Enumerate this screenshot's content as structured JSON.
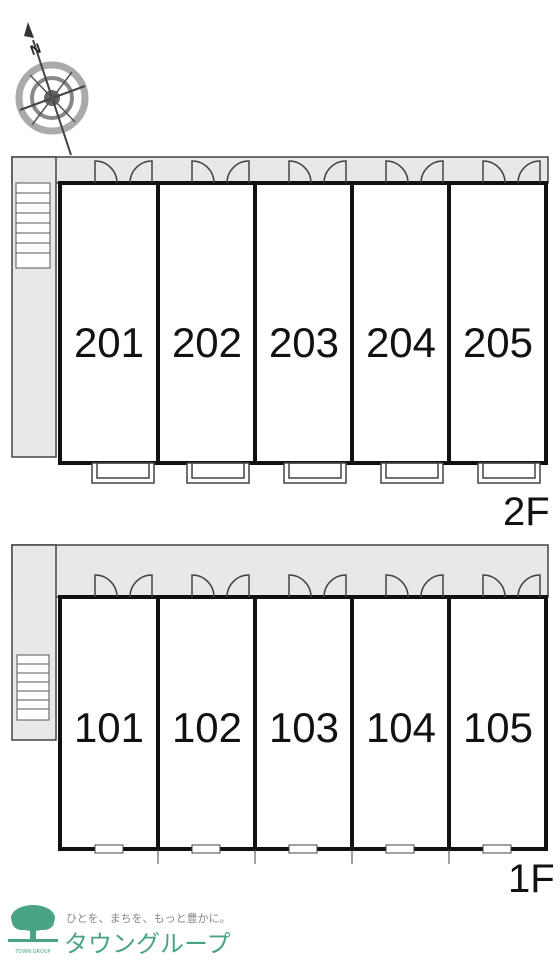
{
  "compass": {
    "north": "N"
  },
  "floors": [
    {
      "label": "2F",
      "units": [
        "201",
        "202",
        "203",
        "204",
        "205"
      ]
    },
    {
      "label": "1F",
      "units": [
        "101",
        "102",
        "103",
        "104",
        "105"
      ]
    }
  ],
  "logo": {
    "tagline": "ひとを、まちを、もっと豊かに。",
    "name": "タウングループ",
    "colors": {
      "accent": "#4aa386"
    }
  },
  "colors": {
    "wall": "#111111",
    "corridor": "#e8e8e8",
    "line": "#333333"
  }
}
